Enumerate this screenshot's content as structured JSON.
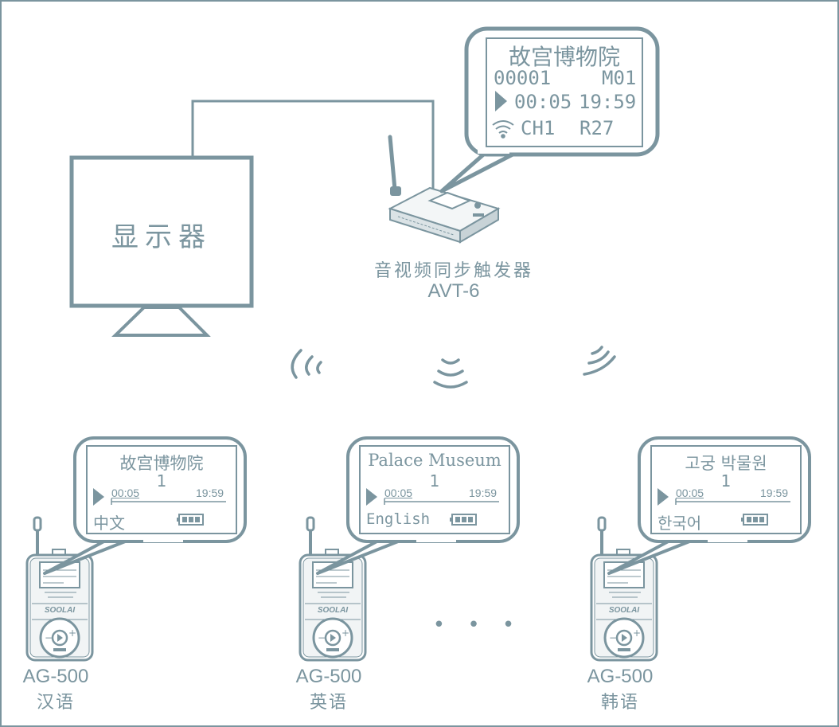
{
  "colors": {
    "line": "#7b959f",
    "background": "#ffffff"
  },
  "monitor": {
    "label": "显示器"
  },
  "trigger": {
    "name": "音视频同步触发器",
    "model": "AVT-6",
    "screen": {
      "title": "故宫博物院",
      "counter": "00001",
      "mode": "M01",
      "elapsed": "00:05",
      "total": "19:59",
      "channel": "CH1",
      "range": "R27"
    }
  },
  "receivers": [
    {
      "model": "AG-500",
      "language": "汉语",
      "brand": "SOOLAI",
      "screen": {
        "title": "故宫博物院",
        "track": "1",
        "elapsed": "00:05",
        "total": "19:59",
        "lang": "中文"
      }
    },
    {
      "model": "AG-500",
      "language": "英语",
      "brand": "SOOLAI",
      "screen": {
        "title": "Palace Museum",
        "track": "1",
        "elapsed": "00:05",
        "total": "19:59",
        "lang": "English"
      }
    },
    {
      "model": "AG-500",
      "language": "韩语",
      "brand": "SOOLAI",
      "screen": {
        "title": "고궁  박물원",
        "track": "1",
        "elapsed": "00:05",
        "total": "19:59",
        "lang": "한국어"
      }
    }
  ],
  "ellipsis": "• • •",
  "icons": {
    "play": "play-icon",
    "wifi": "wifi-icon",
    "signal": "signal-waves-icon",
    "battery": "battery-icon",
    "antenna": "antenna-icon"
  }
}
